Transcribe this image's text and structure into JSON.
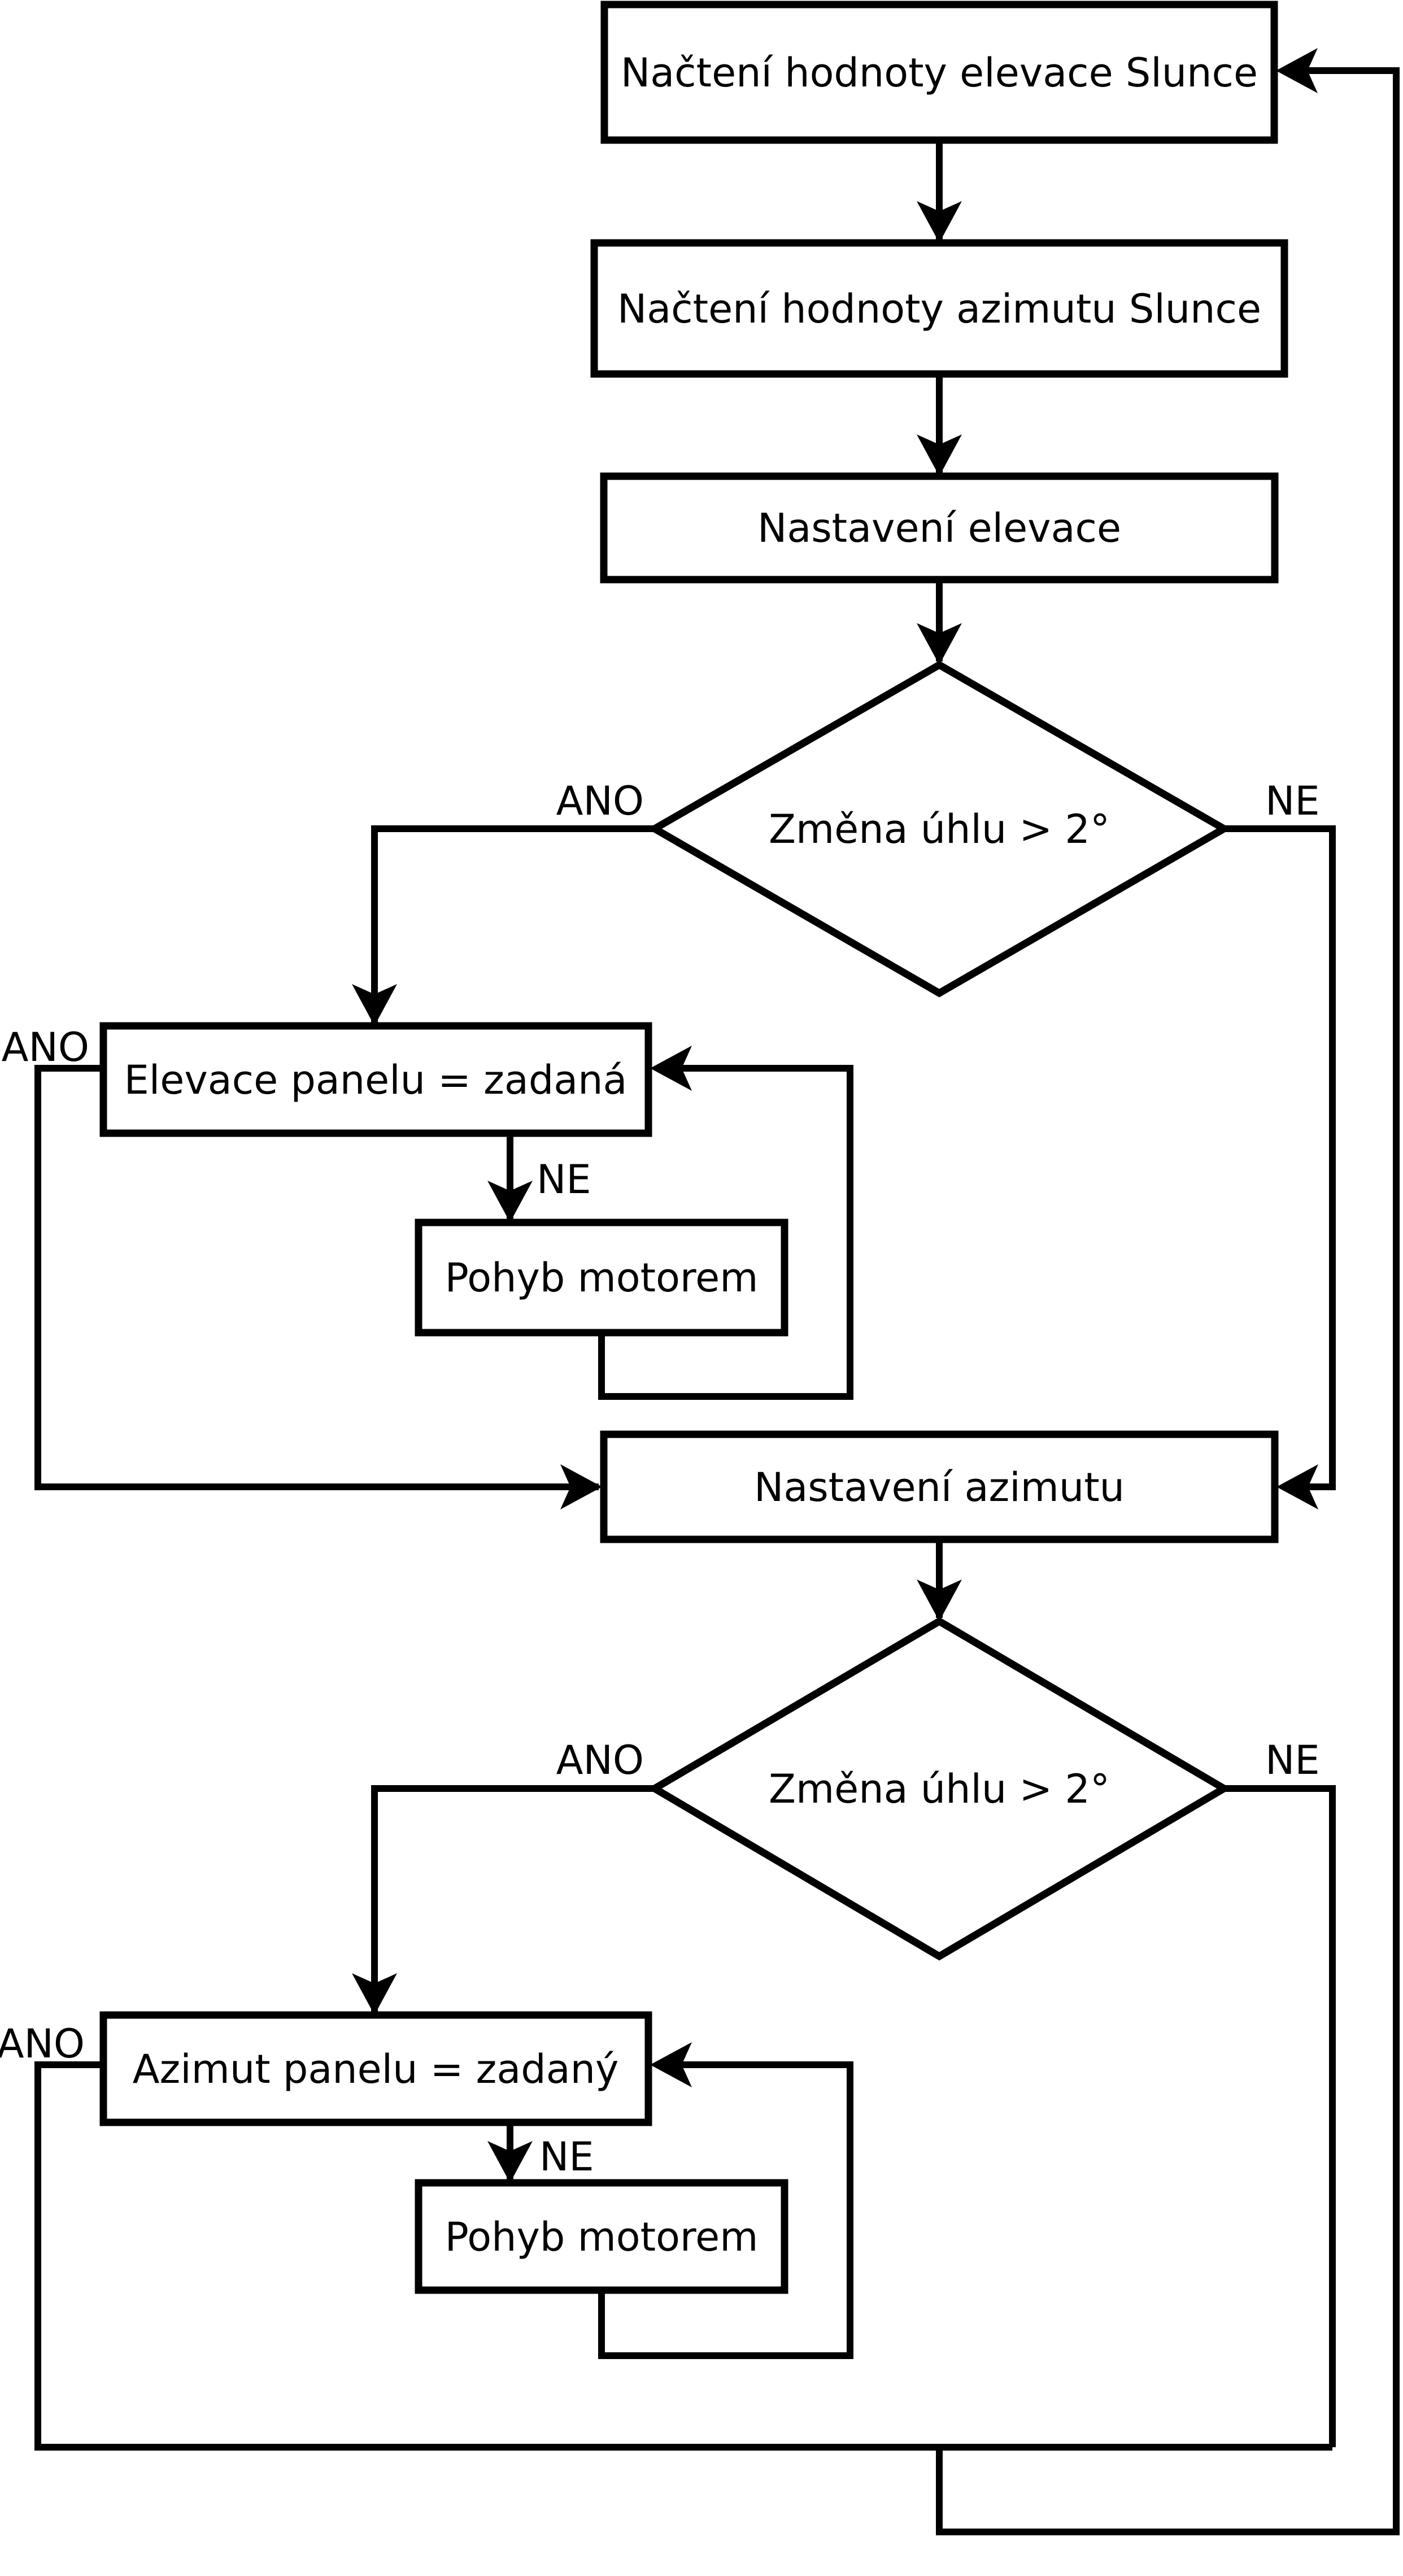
{
  "flowchart": {
    "background": "#ffffff",
    "stroke_color": "#000000",
    "text_color": "#000000",
    "nodes": [
      {
        "id": "load-elevation",
        "shape": "process",
        "label": "Načtení hodnoty elevace Slunce"
      },
      {
        "id": "load-azimuth",
        "shape": "process",
        "label": "Načtení hodnoty azimutu Slunce"
      },
      {
        "id": "set-elevation",
        "shape": "process",
        "label": "Nastavení elevace"
      },
      {
        "id": "elevation-change-check",
        "shape": "decision",
        "label": "Změna úhlu > 2°"
      },
      {
        "id": "elevation-panel-set",
        "shape": "process",
        "label": "Elevace panelu = zadaná"
      },
      {
        "id": "elevation-motor",
        "shape": "process",
        "label": "Pohyb motorem"
      },
      {
        "id": "set-azimuth",
        "shape": "process",
        "label": "Nastavení azimutu"
      },
      {
        "id": "azimuth-change-check",
        "shape": "decision",
        "label": "Změna úhlu > 2°"
      },
      {
        "id": "azimuth-panel-set",
        "shape": "process",
        "label": "Azimut panelu = zadaný"
      },
      {
        "id": "azimuth-motor",
        "shape": "process",
        "label": "Pohyb motorem"
      }
    ],
    "branch_labels": {
      "yes": "ANO",
      "no": "NE"
    }
  }
}
